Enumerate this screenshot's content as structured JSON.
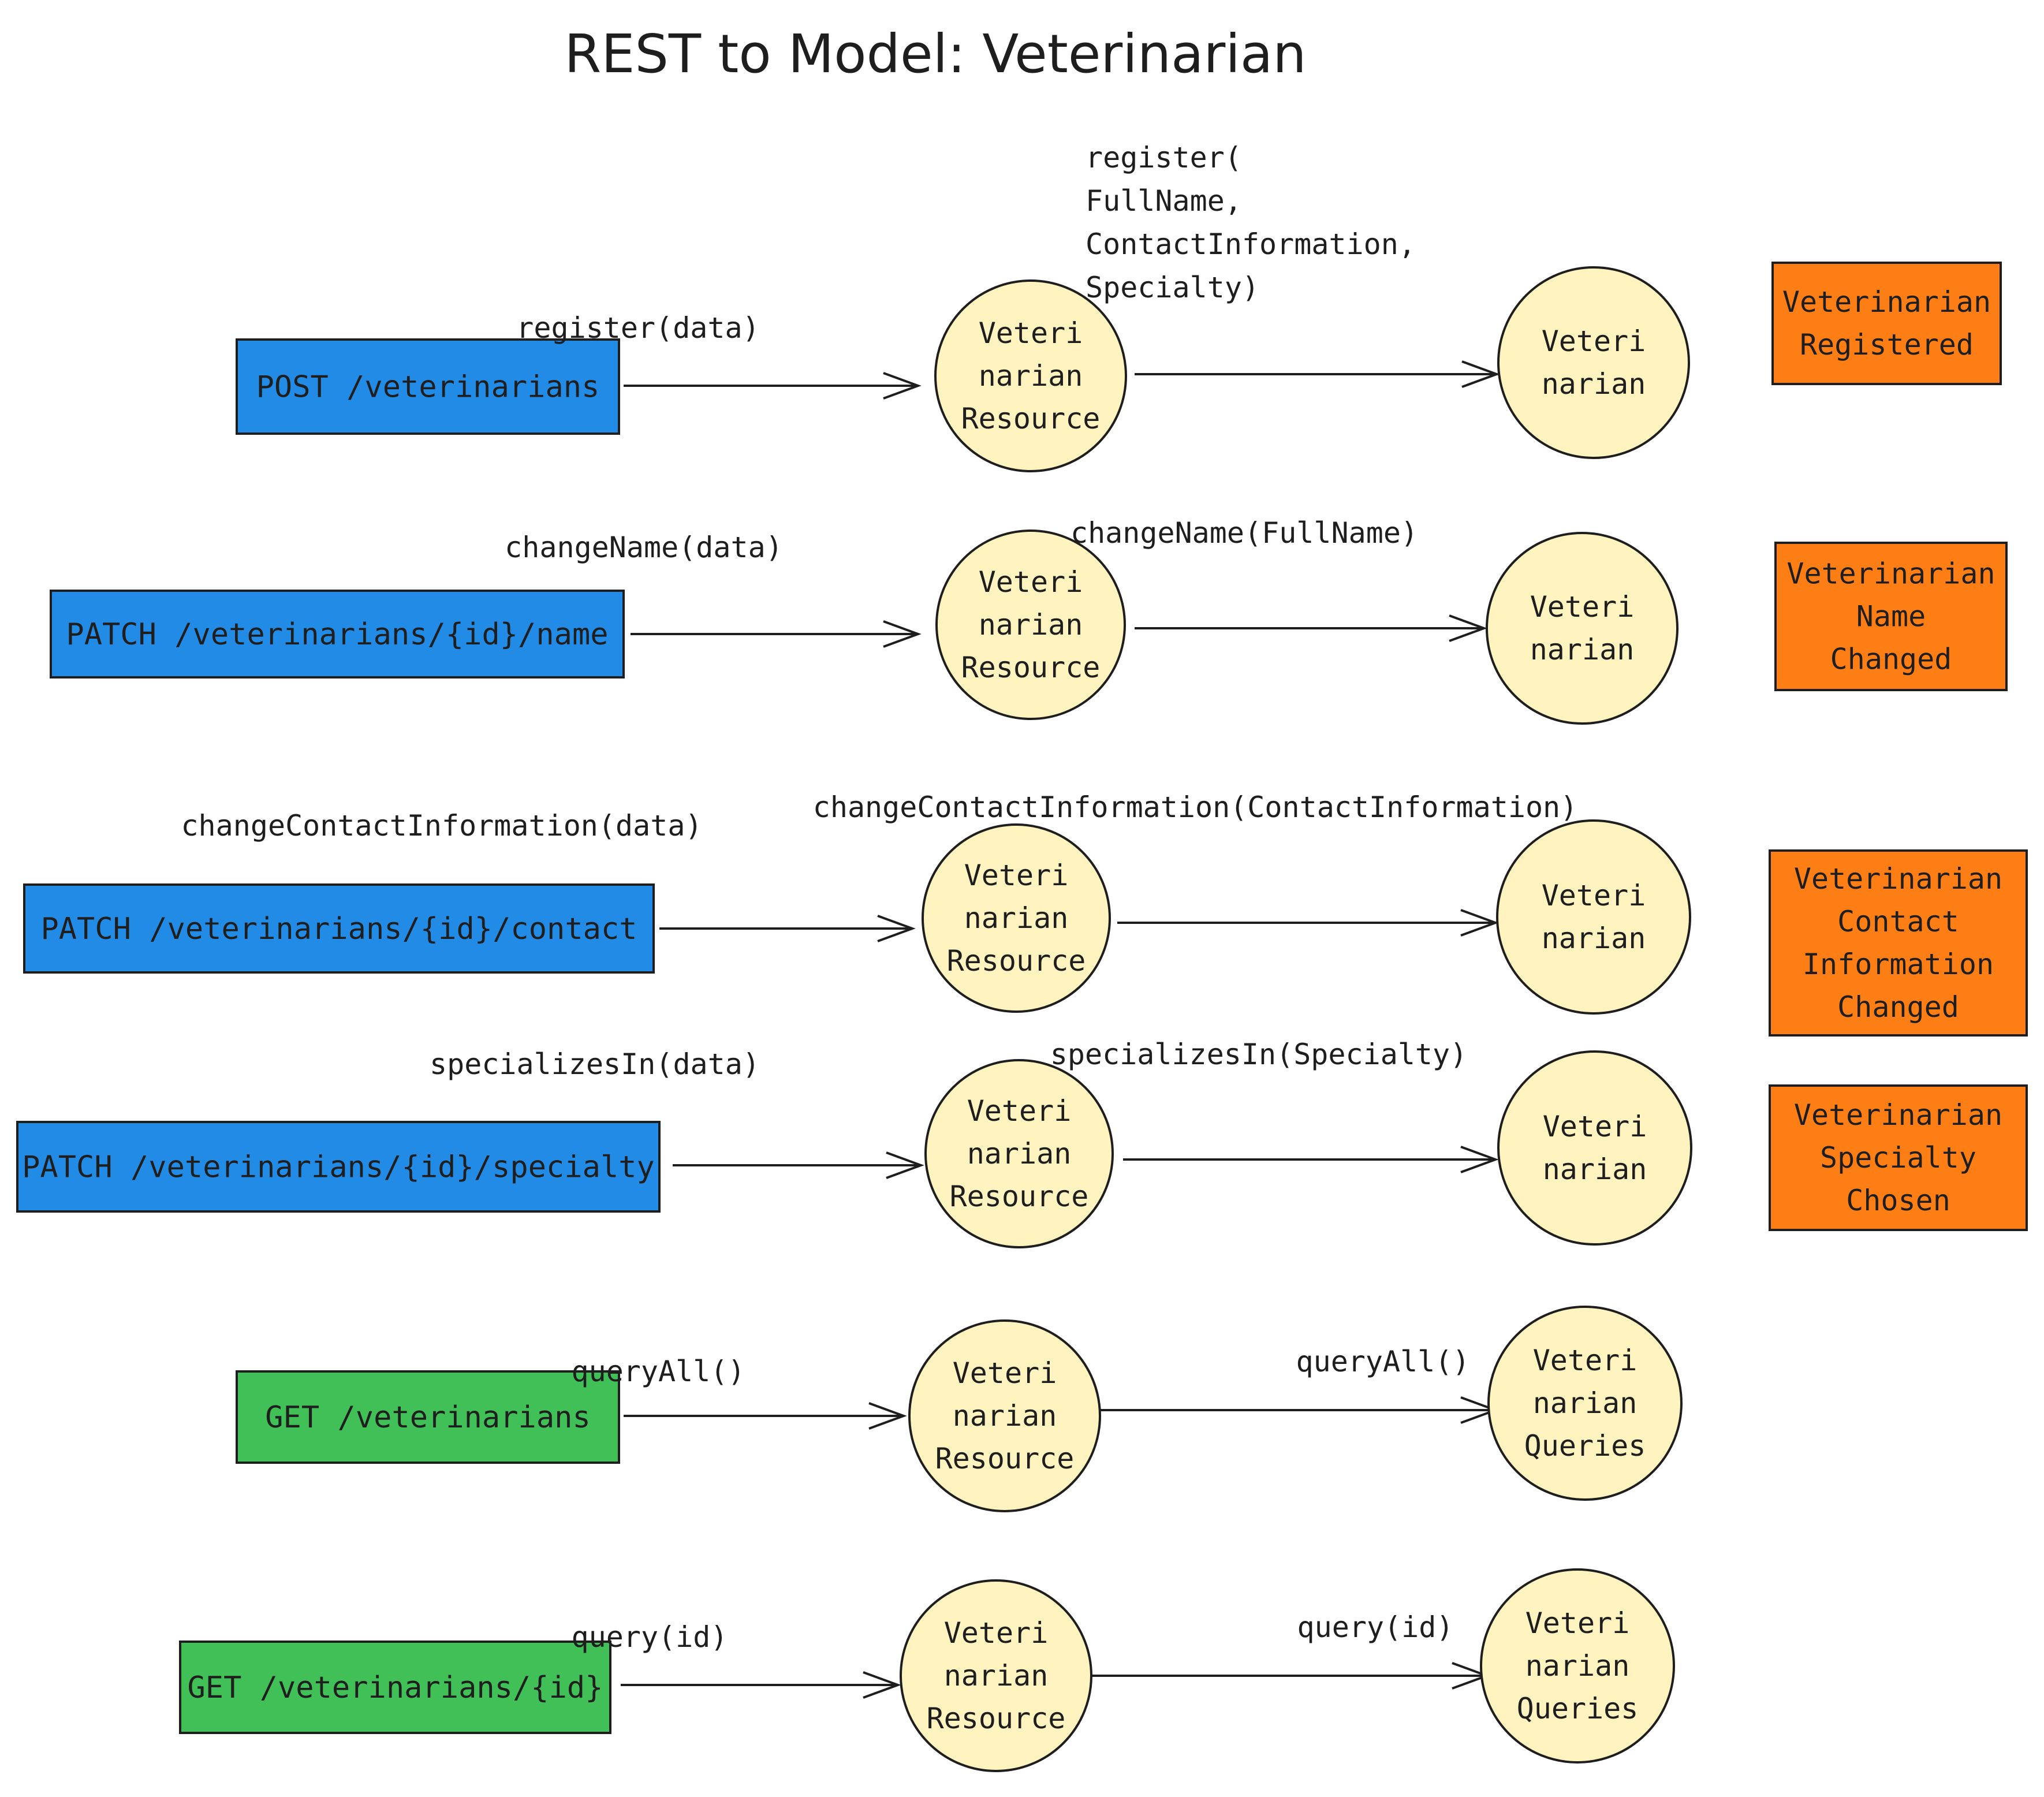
{
  "title": "REST to Model: Veterinarian",
  "colors": {
    "command_box": "#228be6",
    "query_box": "#40c057",
    "circle_fill": "#fff3bf",
    "event_box": "#fd7e14",
    "stroke": "#1e1e1e"
  },
  "rows": [
    {
      "endpoint": "POST /veterinarians",
      "kind": "command",
      "resource_call": [
        "register(data)"
      ],
      "resource": [
        "Veteri",
        "narian",
        "Resource"
      ],
      "model_call": [
        "register(",
        "  FullName,",
        "  ContactInformation,",
        "  Specialty)"
      ],
      "model": [
        "Veteri",
        "narian"
      ],
      "event": [
        "Veterinarian",
        "Registered"
      ]
    },
    {
      "endpoint": "PATCH /veterinarians/{id}/name",
      "kind": "command",
      "resource_call": [
        "changeName(data)"
      ],
      "resource": [
        "Veteri",
        "narian",
        "Resource"
      ],
      "model_call": [
        "changeName(FullName)"
      ],
      "model": [
        "Veteri",
        "narian"
      ],
      "event": [
        "Veterinarian",
        "Name",
        "Changed"
      ]
    },
    {
      "endpoint": "PATCH /veterinarians/{id}/contact",
      "kind": "command",
      "resource_call": [
        "changeContactInformation(data)"
      ],
      "resource": [
        "Veteri",
        "narian",
        "Resource"
      ],
      "model_call": [
        "changeContactInformation(ContactInformation)"
      ],
      "model": [
        "Veteri",
        "narian"
      ],
      "event": [
        "Veterinarian",
        "Contact",
        "Information",
        "Changed"
      ]
    },
    {
      "endpoint": "PATCH /veterinarians/{id}/specialty",
      "kind": "command",
      "resource_call": [
        "specializesIn(data)"
      ],
      "resource": [
        "Veteri",
        "narian",
        "Resource"
      ],
      "model_call": [
        "specializesIn(Specialty)"
      ],
      "model": [
        "Veteri",
        "narian"
      ],
      "event": [
        "Veterinarian",
        "Specialty",
        "Chosen"
      ]
    },
    {
      "endpoint": "GET /veterinarians",
      "kind": "query",
      "resource_call": [
        "queryAll()"
      ],
      "resource": [
        "Veteri",
        "narian",
        "Resource"
      ],
      "model_call": [
        "queryAll()"
      ],
      "model": [
        "Veteri",
        "narian",
        "Queries"
      ],
      "event": []
    },
    {
      "endpoint": "GET /veterinarians/{id}",
      "kind": "query",
      "resource_call": [
        "query(id)"
      ],
      "resource": [
        "Veteri",
        "narian",
        "Resource"
      ],
      "model_call": [
        "query(id)"
      ],
      "model": [
        "Veteri",
        "narian",
        "Queries"
      ],
      "event": []
    }
  ]
}
